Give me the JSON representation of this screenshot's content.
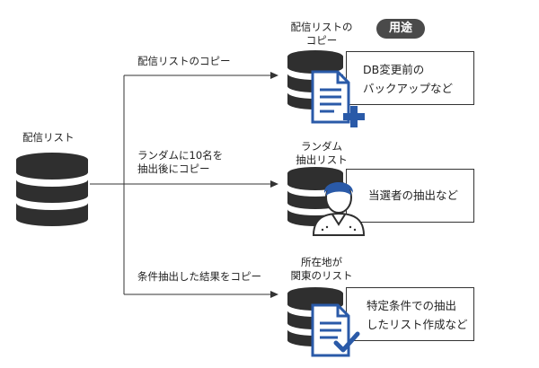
{
  "source": {
    "label": "配信リスト"
  },
  "usage_badge": "用途",
  "branches": [
    {
      "arrow_label": [
        "配信リストのコピー"
      ],
      "db_label": [
        "配信リストの",
        "コピー"
      ],
      "usage": [
        "DB変更前の",
        "バックアップなど"
      ],
      "icon": "document-plus-icon"
    },
    {
      "arrow_label": [
        "ランダムに10名を",
        "抽出後にコピー"
      ],
      "db_label": [
        "ランダム",
        "抽出リスト"
      ],
      "usage": [
        "当選者の抽出など"
      ],
      "icon": "person-icon"
    },
    {
      "arrow_label": [
        "条件抽出した結果をコピー"
      ],
      "db_label": [
        "所在地が",
        "関東のリスト"
      ],
      "usage": [
        "特定条件での抽出",
        "したリスト作成など"
      ],
      "icon": "document-check-icon"
    }
  ],
  "colors": {
    "database": "#2f2f2f",
    "accent_blue": "#2a5aa8",
    "line": "#333333"
  }
}
